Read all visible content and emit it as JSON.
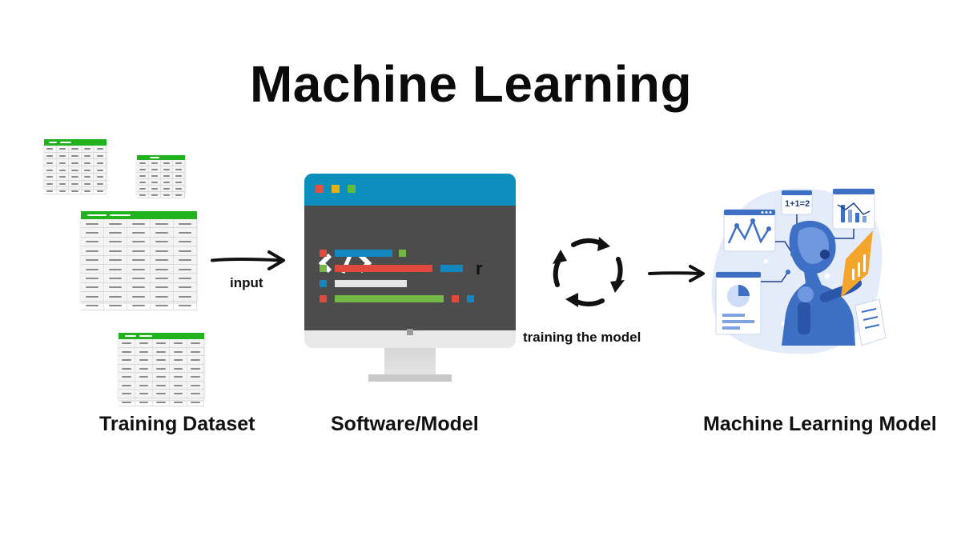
{
  "title": "Machine Learning",
  "labels": {
    "training_dataset": "Training Dataset",
    "software_model": "Software/Model",
    "ml_model": "Machine Learning Model",
    "input": "input",
    "training_the_model": "training the model"
  },
  "code_screen": {
    "stray_char": "r",
    "icon": "code-brackets-icon"
  },
  "illustration": {
    "formula": "1+1=2"
  },
  "colors": {
    "sheet_header": "#21b21f",
    "monitor_titlebar": "#0d8fbd",
    "screen_bg": "#4c4c4c",
    "robot_blue": "#3d6fc4",
    "panel_orange": "#f4a52b"
  }
}
